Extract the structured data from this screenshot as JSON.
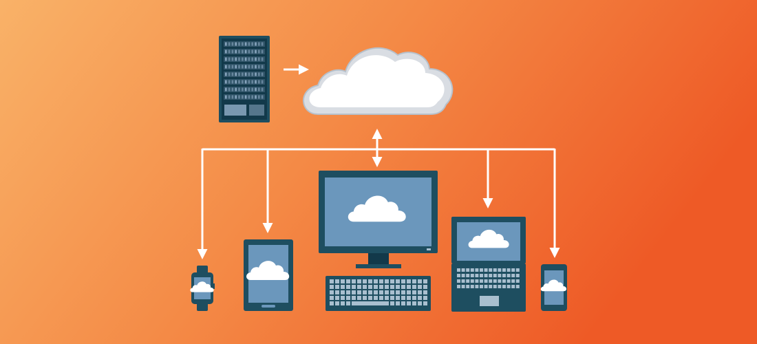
{
  "colors": {
    "bg_left": "#F9B268",
    "bg_mid": "#F48A46",
    "bg_right": "#EE5A26",
    "device_frame": "#1E4E60",
    "device_dark": "#12394A",
    "screen": "#6B97BC",
    "key": "#A9BFCF",
    "server_light": "#8CA9C2",
    "cloud": "#FFFFFF",
    "cloud_shade": "#E4E7EB",
    "arrow": "#FFFFFF"
  },
  "diagram": {
    "nodes": [
      {
        "id": "server",
        "icon": "server-rack-icon"
      },
      {
        "id": "cloud",
        "icon": "cloud-icon"
      },
      {
        "id": "smartwatch",
        "icon": "smartwatch-icon"
      },
      {
        "id": "tablet",
        "icon": "tablet-icon"
      },
      {
        "id": "desktop",
        "icon": "desktop-computer-icon"
      },
      {
        "id": "laptop",
        "icon": "laptop-icon"
      },
      {
        "id": "smartphone",
        "icon": "smartphone-icon"
      }
    ],
    "edges": [
      {
        "from": "server",
        "to": "cloud"
      },
      {
        "from": "cloud",
        "to": "desktop",
        "bidirectional": true
      },
      {
        "from": "cloud",
        "to": "smartwatch"
      },
      {
        "from": "cloud",
        "to": "tablet"
      },
      {
        "from": "cloud",
        "to": "laptop"
      },
      {
        "from": "cloud",
        "to": "smartphone"
      }
    ]
  }
}
